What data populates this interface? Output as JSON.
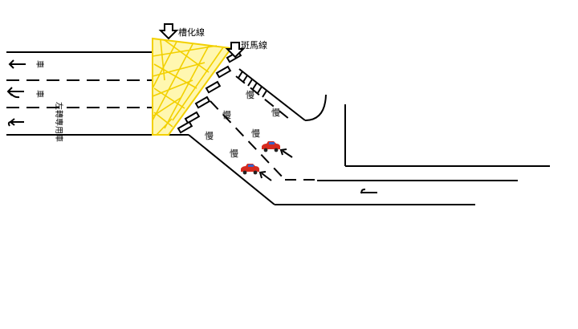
{
  "labels": {
    "hatched_area": "槽化線",
    "crosswalk": "斑馬線",
    "lane_text_top": "車",
    "lane_text_mid": "車",
    "lane_text_bottom": "左轉專用車",
    "slow": [
      "慢",
      "慢",
      "慢",
      "慢",
      "慢"
    ]
  },
  "colors": {
    "road_line": "#000000",
    "hatch": "#f2d000",
    "hatch_fill": "#fff7b0",
    "car_body": "#d62b1f",
    "car_glass": "#3a63c8",
    "background": "#ffffff"
  },
  "icons": [
    "down-arrow-icon",
    "left-arrow-icon",
    "car-icon"
  ]
}
